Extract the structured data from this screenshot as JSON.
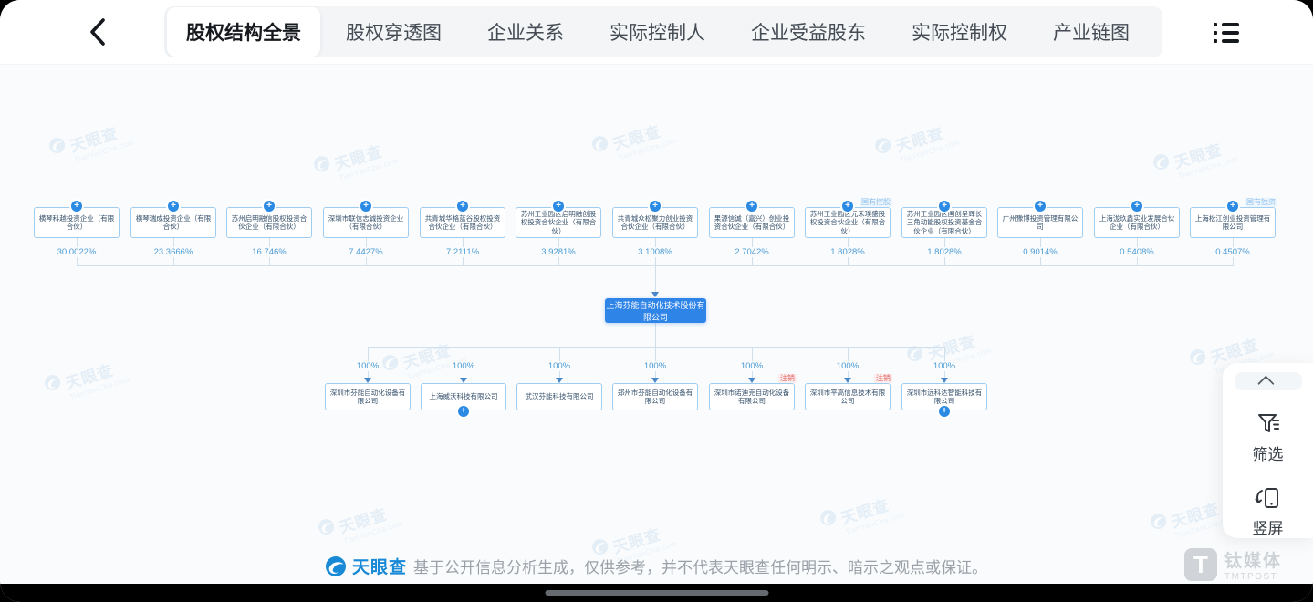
{
  "header": {
    "tabs": [
      {
        "label": "股权结构全景"
      },
      {
        "label": "股权穿透图"
      },
      {
        "label": "企业关系"
      },
      {
        "label": "实际控制人"
      },
      {
        "label": "企业受益股东"
      },
      {
        "label": "实际控制权"
      },
      {
        "label": "产业链图"
      }
    ]
  },
  "company": {
    "name": "上海芬能自动化技术股份有限公司"
  },
  "shareholders": [
    {
      "name": "横琴科越投资企业（有限合伙）",
      "percent": "30.0022%"
    },
    {
      "name": "横琴瑞成投资企业（有限合伙）",
      "percent": "23.3666%"
    },
    {
      "name": "苏州启明融信股权投资合伙企业（有限合伙）",
      "percent": "16.746%"
    },
    {
      "name": "深圳市联信志诚投资企业（有限合伙）",
      "percent": "7.4427%"
    },
    {
      "name": "共青城华格蓝谷股权投资合伙企业（有限合伙）",
      "percent": "7.2111%"
    },
    {
      "name": "苏州工业园区启明融创股权投资合伙企业（有限合伙）",
      "percent": "3.9281%"
    },
    {
      "name": "共青城众松聚力创业投资合伙企业（有限合伙）",
      "percent": "3.1008%"
    },
    {
      "name": "果源信诚（嘉兴）创业投资合伙企业（有限合伙）",
      "percent": "2.7042%"
    },
    {
      "name": "苏州工业园区元禾璞盛股权投资合伙企业（有限合伙）",
      "percent": "1.8028%",
      "tag": "国有控股"
    },
    {
      "name": "苏州工业园区国创呈辉长三角动能股权投资基金合伙企业（有限合伙）",
      "percent": "1.8028%"
    },
    {
      "name": "广州豫博投资管理有限公司",
      "percent": "0.9014%"
    },
    {
      "name": "上海泷玖鑫实业发展合伙企业（有限合伙）",
      "percent": "0.5408%"
    },
    {
      "name": "上海松江创业投资管理有限公司",
      "percent": "0.4507%",
      "tag": "国有独资"
    }
  ],
  "subsidiaries": [
    {
      "name": "深圳市芬能自动化设备有限公司",
      "percent": "100%"
    },
    {
      "name": "上海威沃科技有限公司",
      "percent": "100%"
    },
    {
      "name": "武汉芬能科技有限公司",
      "percent": "100%"
    },
    {
      "name": "郑州市芬能自动化设备有限公司",
      "percent": "100%"
    },
    {
      "name": "深圳市诺迪克自动化设备有限公司",
      "percent": "100%",
      "tag": "注销"
    },
    {
      "name": "深圳市平高信息技术有限公司",
      "percent": "100%",
      "tag": "注销"
    },
    {
      "name": "深圳市远科达智能科技有限公司",
      "percent": "100%"
    }
  ],
  "side_panel": {
    "filter_label": "筛选",
    "portrait_label": "竖屏"
  },
  "footer": {
    "brand": "天眼查",
    "disclaimer": "基于公开信息分析生成，仅供参考，并不代表天眼查任何明示、暗示之观点或保证。"
  },
  "watermark": {
    "brand": "天眼查",
    "domain": "TianYanCha.com"
  },
  "tmtpost": {
    "name": "钛媒体",
    "sub": "TMTPOST",
    "logo_letter": "T"
  },
  "colors": {
    "accent": "#2a8ae4",
    "root_box": "#2f84e8",
    "percent_text": "#4a9cd6",
    "tag_blue": "#8cc0ec",
    "tag_red": "#e05f5f"
  }
}
